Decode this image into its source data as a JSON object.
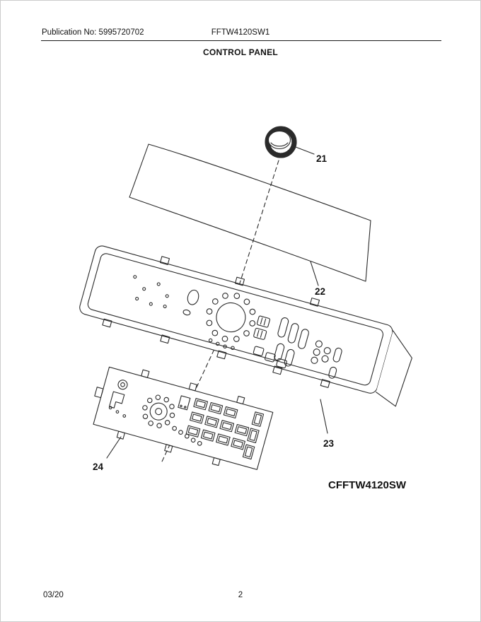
{
  "colors": {
    "ink": "#111111",
    "line": "#2a2a2a",
    "page_bg": "#ffffff",
    "page_border": "#cccccc"
  },
  "header": {
    "publication_no": "Publication No: 5995720702",
    "model_number": "FFTW4120SW1",
    "section_title": "CONTROL PANEL"
  },
  "diagram": {
    "callouts": [
      {
        "label": "21"
      },
      {
        "label": "22"
      },
      {
        "label": "23"
      },
      {
        "label": "24"
      }
    ],
    "model_label": "CFFTW4120SW"
  },
  "footer": {
    "date_code": "03/20",
    "page_number": "2"
  }
}
